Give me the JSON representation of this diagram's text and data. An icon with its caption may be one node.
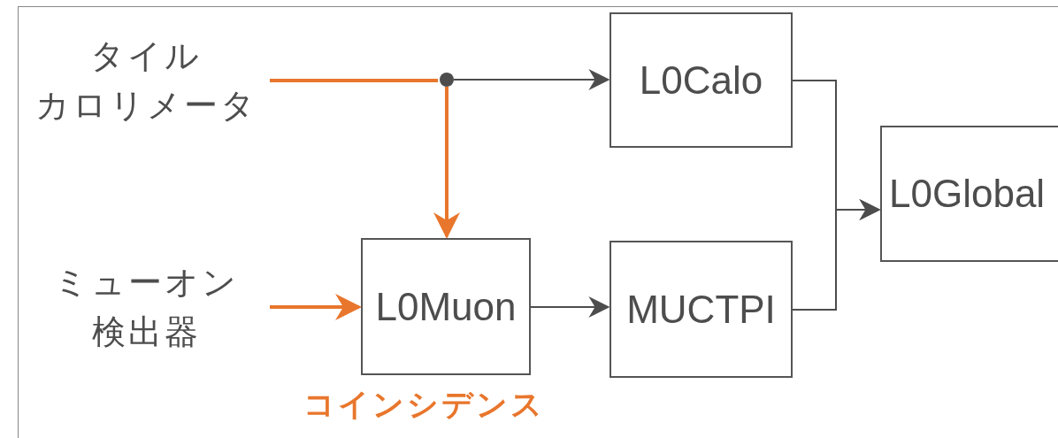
{
  "diagram": {
    "nodes": [
      {
        "text": [
          "タイルカロリメータ"
        ]
      },
      {
        "text": [],
        "shape": "circle"
      },
      {
        "text": [
          "L0Calo"
        ]
      },
      {
        "text": [
          "ミューオン検出器"
        ]
      },
      {
        "text": [
          "L0Muon"
        ],
        "beside": [
          "コインシデンス"
        ]
      },
      {
        "text": [
          "MUCTPI"
        ]
      },
      {
        "text": [
          "L0Global"
        ]
      }
    ],
    "edges": [
      {
        "from": 0,
        "to": 1,
        "arrow": "none",
        "style": "thick",
        "color": "#e8762c"
      },
      {
        "from": 1,
        "to": 2,
        "arrow": "to"
      },
      {
        "from": 1,
        "to": 4,
        "arrow": "to",
        "style": "thick",
        "color": "#e8762c"
      },
      {
        "from": 3,
        "to": 4,
        "arrow": "to",
        "style": "thick",
        "color": "#e8762c"
      },
      {
        "from": 4,
        "to": 5,
        "arrow": "to"
      },
      {
        "from": 2,
        "to": 6,
        "arrow": "to"
      },
      {
        "from": 5,
        "to": 6,
        "arrow": "to"
      }
    ]
  }
}
